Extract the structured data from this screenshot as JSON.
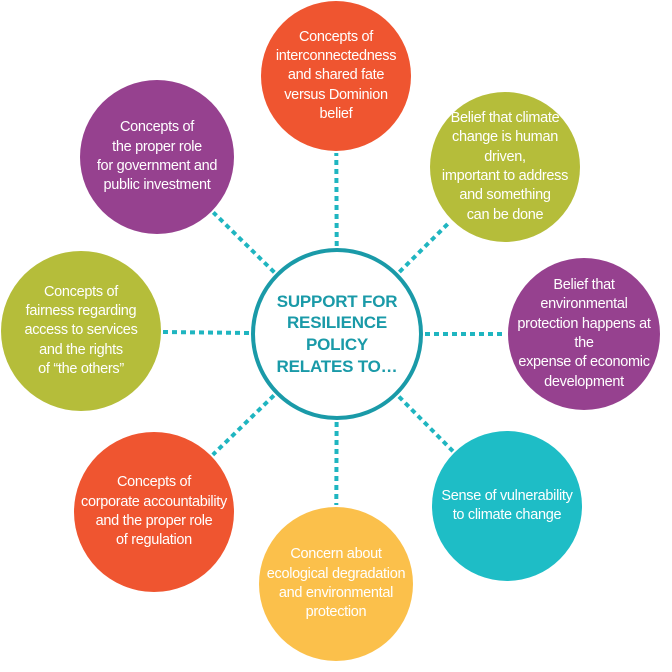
{
  "diagram": {
    "center": {
      "label": "SUPPORT FOR\nRESILIENCE POLICY\nRELATES TO…",
      "color": "#1a9aa8"
    },
    "connector_color": "#1fb5c0",
    "nodes": [
      {
        "key": "interconnectedness",
        "label": "Concepts of\ninterconnectedness\nand shared fate\nversus Dominion\nbelief",
        "color": "#ef5530"
      },
      {
        "key": "climate-human-driven",
        "label": "Belief that climate\nchange is human driven,\nimportant to address\nand something\ncan be done",
        "color": "#b5bd3a"
      },
      {
        "key": "environmental-protection",
        "label": "Belief that\nenvironmental\nprotection happens at the\nexpense of economic\ndevelopment",
        "color": "#96418f"
      },
      {
        "key": "vulnerability",
        "label": "Sense of vulnerability\nto climate change",
        "color": "#1ebdc6"
      },
      {
        "key": "ecological-degradation",
        "label": "Concern about\necological degradation\nand environmental\nprotection",
        "color": "#fbc04b"
      },
      {
        "key": "corporate-accountability",
        "label": "Concepts of\ncorporate accountability\nand the proper role\nof regulation",
        "color": "#ef5530"
      },
      {
        "key": "fairness",
        "label": "Concepts of\nfairness regarding\naccess to services\nand the rights\nof “the others”",
        "color": "#b5bd3a"
      },
      {
        "key": "government-role",
        "label": "Concepts of\nthe proper role\nfor government and\npublic investment",
        "color": "#96418f"
      }
    ]
  }
}
